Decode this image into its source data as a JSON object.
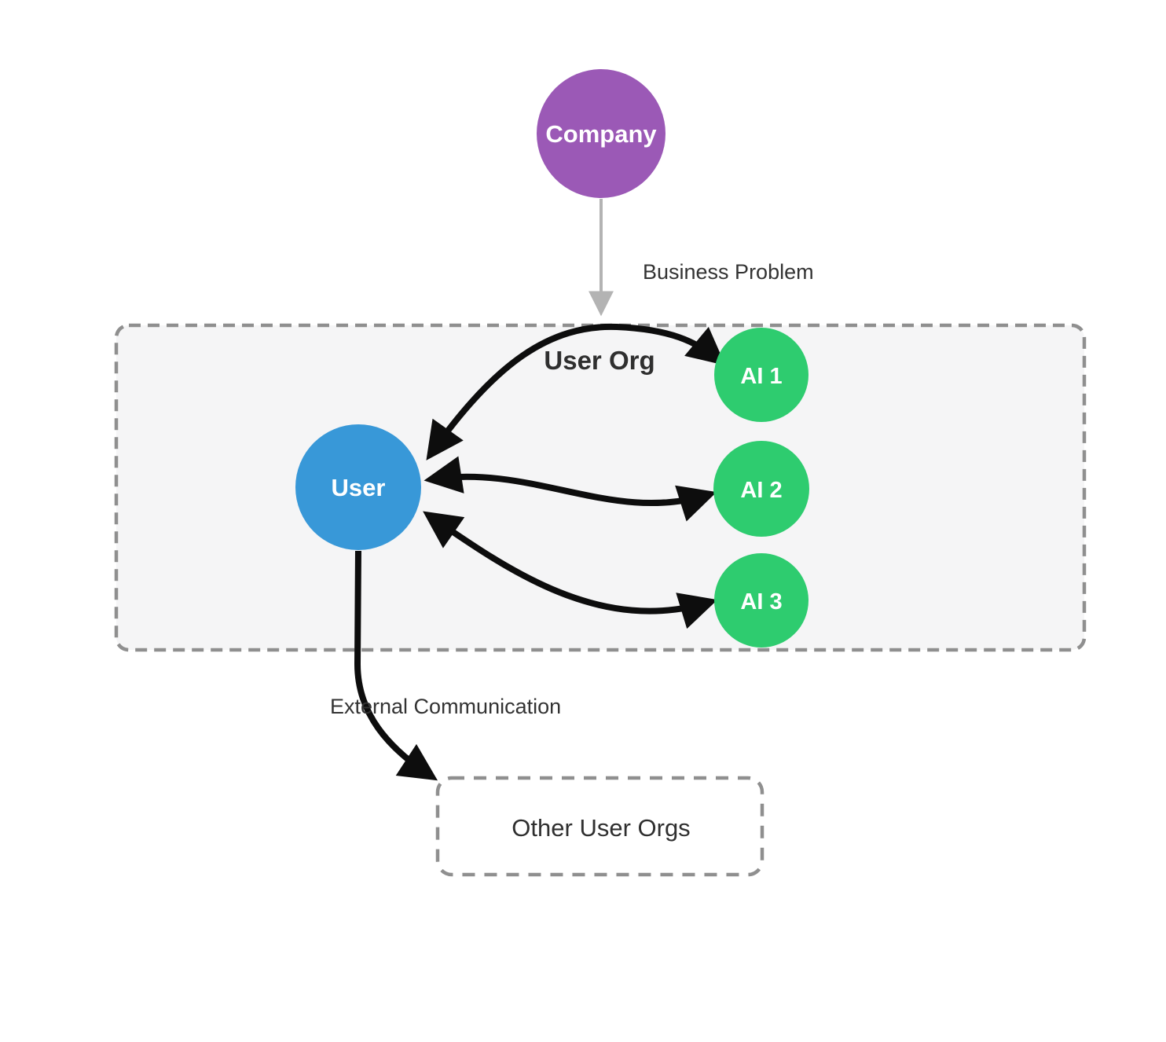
{
  "diagram": {
    "nodes": [
      {
        "id": "company",
        "label": "Company",
        "shape": "circle",
        "color": "#9b59b6"
      },
      {
        "id": "user",
        "label": "User",
        "shape": "circle",
        "color": "#3898d8"
      },
      {
        "id": "ai1",
        "label": "AI 1",
        "shape": "circle",
        "color": "#2ecc6f"
      },
      {
        "id": "ai2",
        "label": "AI 2",
        "shape": "circle",
        "color": "#2ecc6f"
      },
      {
        "id": "ai3",
        "label": "AI 3",
        "shape": "circle",
        "color": "#2ecc6f"
      }
    ],
    "containers": [
      {
        "id": "user-org",
        "label": "User Org"
      },
      {
        "id": "other-user-orgs",
        "label": "Other User Orgs"
      }
    ],
    "edges": [
      {
        "from": "company",
        "to": "user-org",
        "label": "Business Problem",
        "bidirectional": false,
        "style": "gray"
      },
      {
        "from": "user",
        "to": "ai1",
        "label": "",
        "bidirectional": true,
        "style": "black"
      },
      {
        "from": "user",
        "to": "ai2",
        "label": "",
        "bidirectional": true,
        "style": "black"
      },
      {
        "from": "user",
        "to": "ai3",
        "label": "",
        "bidirectional": true,
        "style": "black"
      },
      {
        "from": "user",
        "to": "other-user-orgs",
        "label": "External Communication",
        "bidirectional": false,
        "style": "black"
      }
    ],
    "colors": {
      "node_company": "#9b59b6",
      "node_user": "#3898d8",
      "node_ai": "#2ecc6f",
      "node_text": "#ffffff",
      "edge_black": "#0d0d0d",
      "edge_gray": "#b3b3b3",
      "container_fill": "#f5f5f6",
      "container_border": "#8f8f8f",
      "label_text": "#333333"
    }
  }
}
